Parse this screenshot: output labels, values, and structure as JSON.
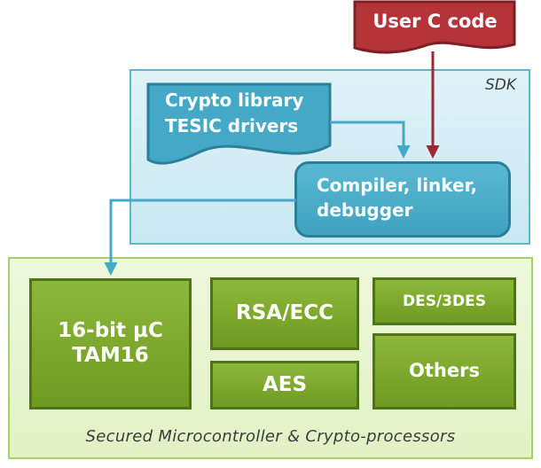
{
  "sdk": {
    "label": "SDK"
  },
  "user_code": {
    "label": "User C code"
  },
  "library": {
    "line1": "Crypto library",
    "line2": "TESIC drivers"
  },
  "compiler": {
    "line1": "Compiler, linker,",
    "line2": "debugger"
  },
  "micro": {
    "caption": "Secured Microcontroller & Crypto-processors",
    "cpu": {
      "line1": "16-bit µC",
      "line2": "TAM16"
    },
    "rsa": "RSA/ECC",
    "aes": "AES",
    "des": "DES/3DES",
    "others": "Others"
  },
  "colors": {
    "sdk_fill": "#d4eef6",
    "sdk_border": "#5cb8cf",
    "micro_fill": "#e6f4cc",
    "micro_border": "#a8d06a",
    "green_block": "#7aa82c",
    "blue_block": "#45a8c6",
    "red_block": "#b5343a"
  }
}
